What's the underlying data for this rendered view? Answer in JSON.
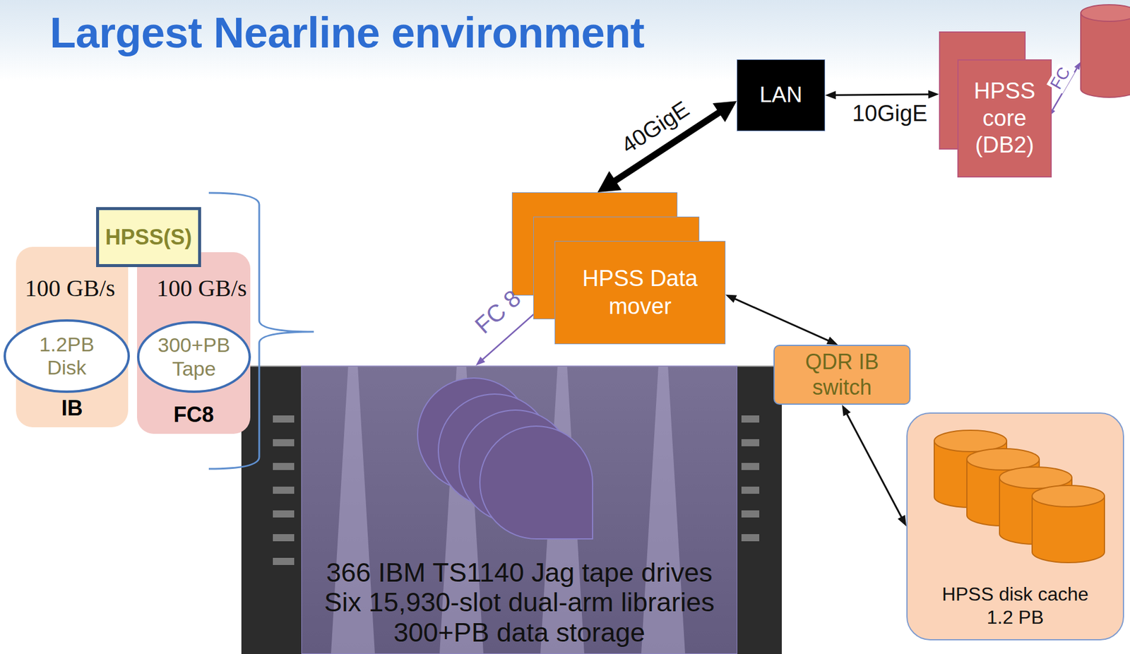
{
  "diagram": {
    "title": "Largest Nearline environment",
    "nodes": [
      {
        "text": [
          "HPSS(S)"
        ]
      },
      {
        "text": [
          "IB"
        ]
      },
      {
        "text": [
          "1.2PB Disk"
        ],
        "in": 1
      },
      {
        "text": [
          "FC8"
        ]
      },
      {
        "text": [
          "300+PB Tape"
        ],
        "in": 3
      },
      {
        "text": [
          "LAN"
        ]
      },
      {
        "text": [
          "HPSS core (DB2)"
        ]
      },
      {
        "text": [
          "HPSS Data mover"
        ]
      },
      {
        "text": [
          "QDR IB switch"
        ]
      },
      {
        "text": [
          "366 IBM TS1140 Jag tape drives",
          "Six 15,930-slot dual-arm libraries",
          "300+PB data storage"
        ]
      },
      {
        "text": [
          "HPSS disk cache",
          "1.2 PB"
        ]
      }
    ],
    "edges": [
      {
        "from": 0,
        "to": 2,
        "arrow": "none",
        "label": "100 GB/s"
      },
      {
        "from": 0,
        "to": 4,
        "arrow": "none",
        "label": "100 GB/s"
      },
      {
        "from": 5,
        "to": 7,
        "arrow": "both",
        "label": "40GigE"
      },
      {
        "from": 5,
        "to": 6,
        "arrow": "both",
        "label": "10GigE"
      },
      {
        "from": 7,
        "to": 9,
        "arrow": "both",
        "label": "FC 8"
      },
      {
        "from": 7,
        "to": 8,
        "arrow": "both"
      },
      {
        "from": 8,
        "to": 10,
        "arrow": "both"
      }
    ],
    "labels": [
      "FC"
    ]
  }
}
